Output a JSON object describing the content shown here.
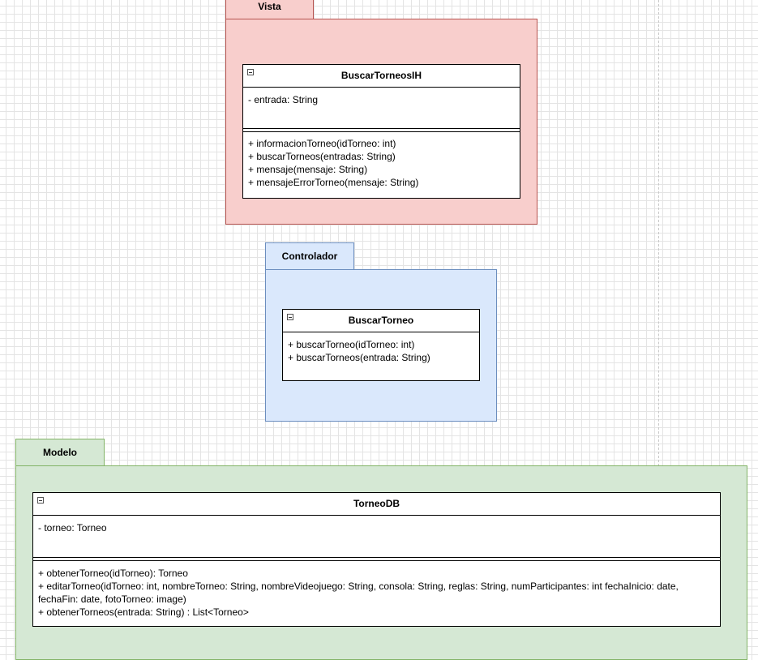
{
  "packages": {
    "vista": {
      "name": "Vista",
      "class": {
        "name": "BuscarTorneosIH",
        "attributes": [
          "- entrada: String"
        ],
        "methods": [
          "+ informacionTorneo(idTorneo: int)",
          "+ buscarTorneos(entradas: String)",
          "+ mensaje(mensaje: String)",
          "+ mensajeErrorTorneo(mensaje: String)"
        ]
      }
    },
    "controlador": {
      "name": "Controlador",
      "class": {
        "name": "BuscarTorneo",
        "methods": [
          "+ buscarTorneo(idTorneo: int)",
          "+ buscarTorneos(entrada: String)"
        ]
      }
    },
    "modelo": {
      "name": "Modelo",
      "class": {
        "name": "TorneoDB",
        "attributes": [
          "- torneo: Torneo"
        ],
        "methods": [
          "+ obtenerTorneo(idTorneo): Torneo",
          "+ editarTorneo(idTorneo: int, nombreTorneo: String, nombreVideojuego: String, consola: String, reglas: String, numParticipantes: int fechaInicio: date, fechaFin: date, fotoTorneo: image)",
          "+ obtenerTorneos(entrada: String) : List<Torneo>"
        ]
      }
    }
  },
  "colors": {
    "vista_fill": "#f8cecc",
    "vista_stroke": "#b85450",
    "controlador_fill": "#dae8fc",
    "controlador_stroke": "#6c8ebf",
    "modelo_fill": "#d5e8d4",
    "modelo_stroke": "#82b366"
  },
  "icons": {
    "collapse": "collapse-minus-icon"
  }
}
